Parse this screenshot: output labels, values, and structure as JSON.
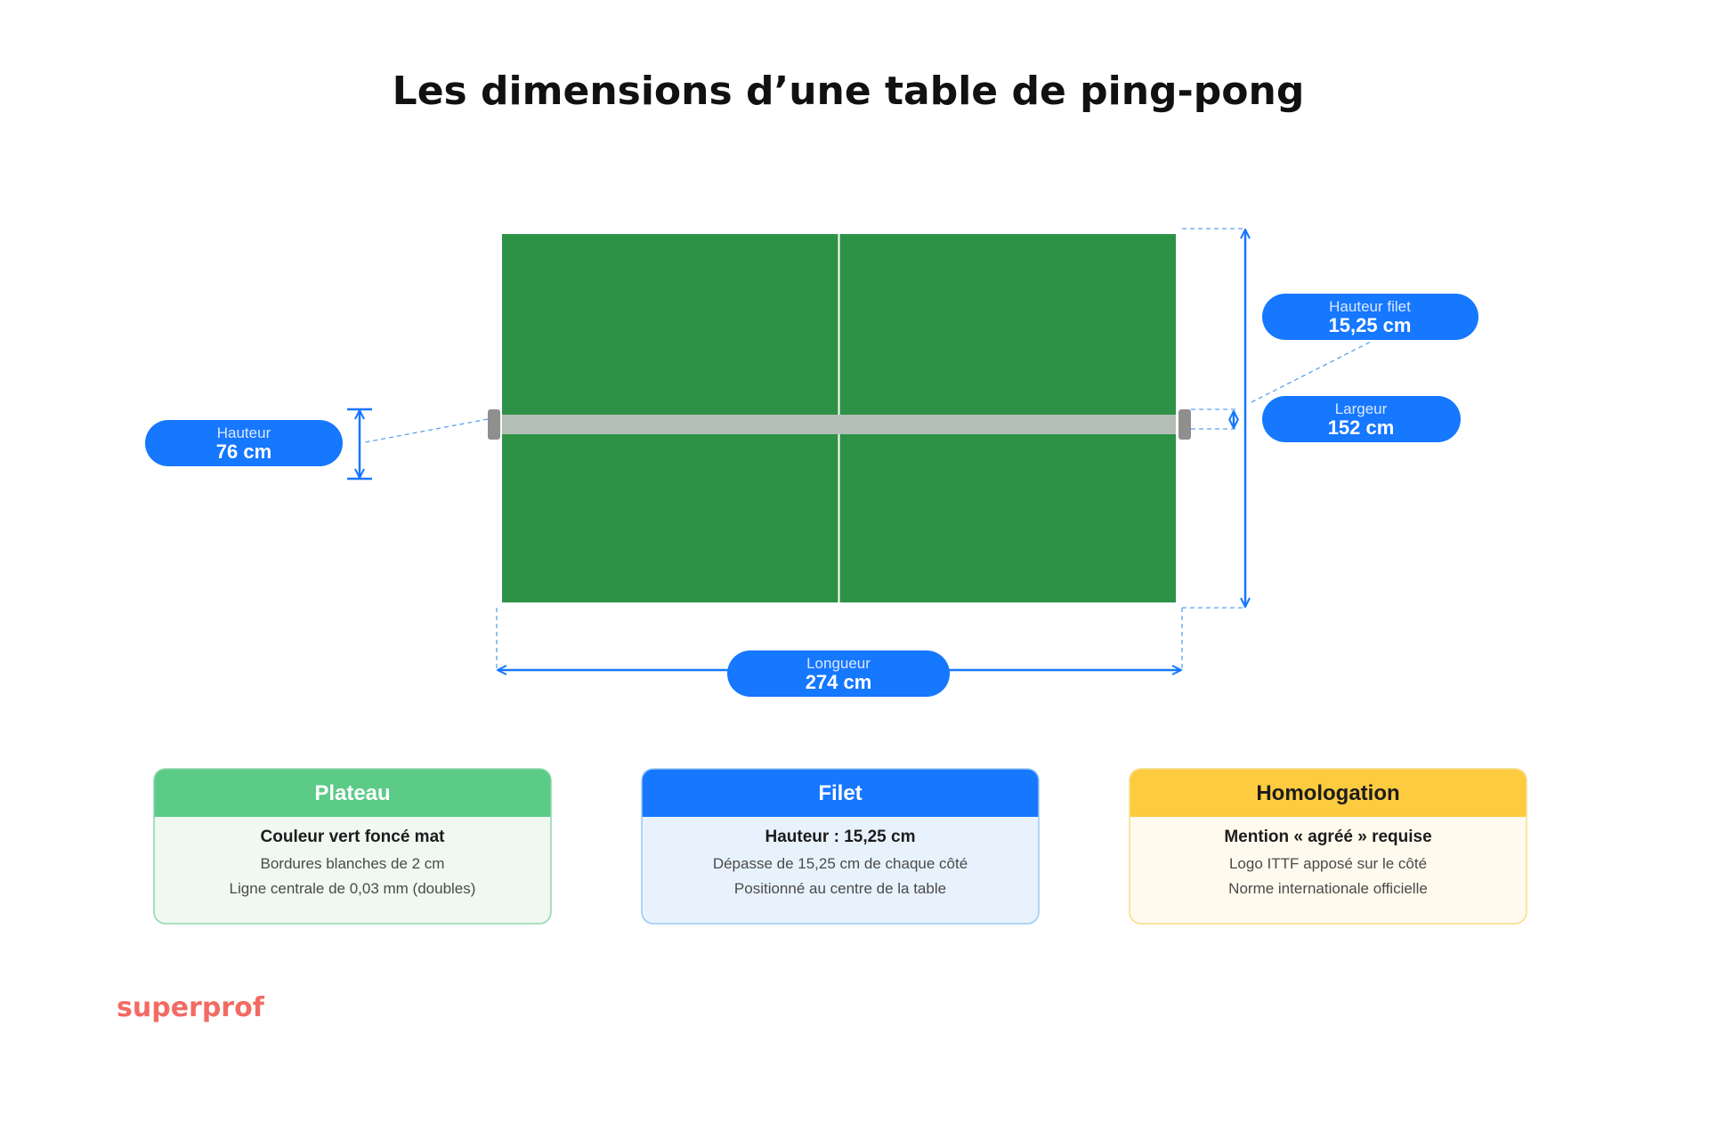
{
  "title": "Les dimensions d’une table de ping-pong",
  "colors": {
    "table": "#2e9246",
    "net": "#b3bfb6",
    "post": "#8f8f8f",
    "accent": "#1677ff",
    "dashed": "#5aa0f0"
  },
  "dimensions": {
    "hauteur": {
      "label": "Hauteur",
      "value": "76 cm"
    },
    "hauteur_filet": {
      "label": "Hauteur filet",
      "value": "15,25 cm"
    },
    "largeur": {
      "label": "Largeur",
      "value": "152 cm"
    },
    "longueur": {
      "label": "Longueur",
      "value": "274 cm"
    }
  },
  "cards": {
    "plateau": {
      "title": "Plateau",
      "main": "Couleur vert foncé mat",
      "line1": "Bordures blanches de 2 cm",
      "line2": "Ligne centrale de 0,03 mm (doubles)",
      "header_color": "#5ccb88",
      "body_color": "#f0f8f2",
      "border_color": "#8fd6aa",
      "title_color": "#ffffff"
    },
    "filet": {
      "title": "Filet",
      "main": "Hauteur : 15,25 cm",
      "line1": "Dépasse de 15,25 cm de chaque côté",
      "line2": "Positionné au centre de la table",
      "header_color": "#1677ff",
      "body_color": "#e8f2fd",
      "border_color": "#9cc7f4",
      "title_color": "#ffffff"
    },
    "homologation": {
      "title": "Homologation",
      "main": "Mention « agréé » requise",
      "line1": "Logo ITTF apposé sur le côté",
      "line2": "Norme internationale officielle",
      "header_color": "#fdcb40",
      "body_color": "#fffaee",
      "border_color": "#f7dd85",
      "title_color": "#1c1c1c"
    }
  },
  "logo": "superprof"
}
